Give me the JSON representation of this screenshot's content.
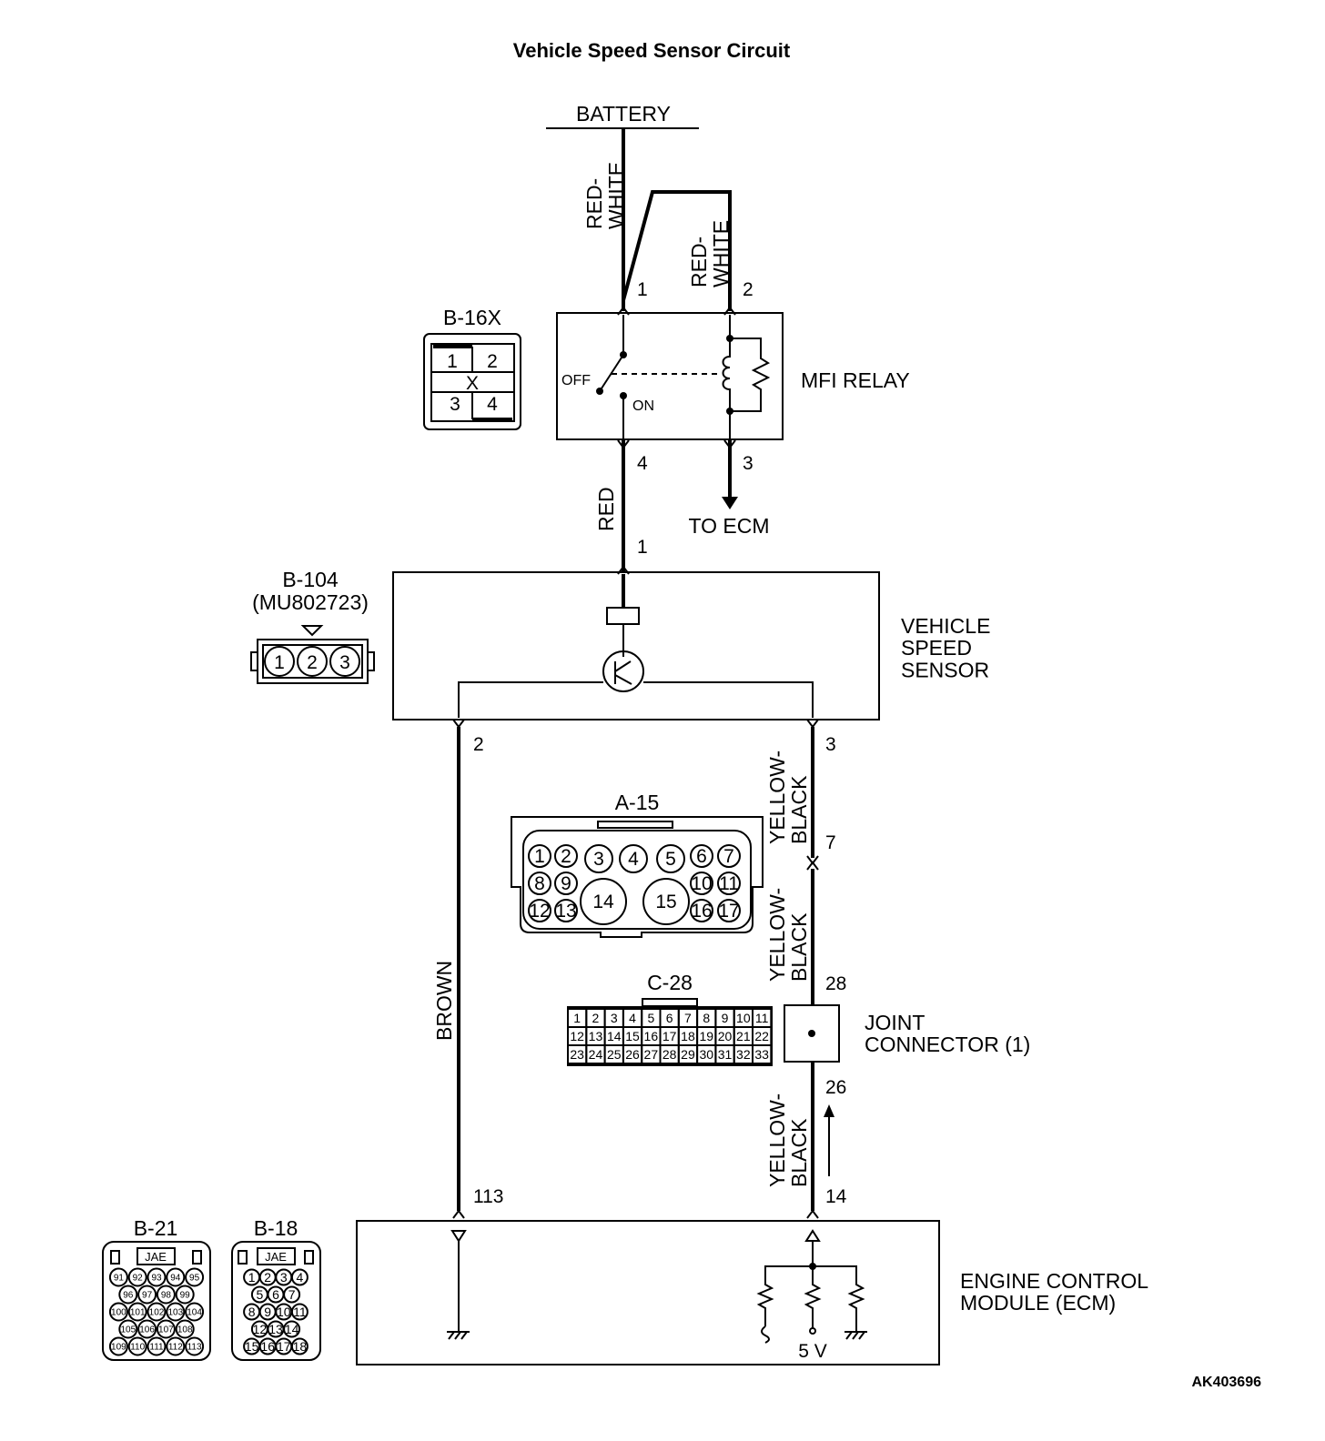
{
  "title": "Vehicle Speed Sensor Circuit",
  "figure_id": "AK403696",
  "battery": {
    "label": "BATTERY"
  },
  "wires": {
    "battery_feed": "RED-\nWHITE",
    "relay_coil_feed": "RED-\nWHITE",
    "relay_to_sensor": "RED",
    "sensor_ground": "BROWN",
    "signal_upper": "YELLOW-\nBLACK",
    "signal_mid": "YELLOW-\nBLACK",
    "signal_lower": "YELLOW-\nBLACK"
  },
  "mfi_relay": {
    "label": "MFI RELAY",
    "switch_off": "OFF",
    "switch_on": "ON",
    "pins": {
      "p1": "1",
      "p2": "2",
      "p3": "3",
      "p4": "4"
    },
    "to_ecm": "TO ECM"
  },
  "vehicle_speed_sensor": {
    "label": "VEHICLE\nSPEED\nSENSOR",
    "pins": {
      "p1": "1",
      "p2": "2",
      "p3": "3"
    }
  },
  "joint_connector": {
    "label": "JOINT\nCONNECTOR (1)",
    "pins": {
      "in": "28",
      "out": "26"
    },
    "intermediate_pin": "7"
  },
  "ecm": {
    "label": "ENGINE CONTROL\nMODULE (ECM)",
    "pins": {
      "ground": "113",
      "signal": "14"
    },
    "supply": "5 V"
  },
  "connectors": {
    "b16x": {
      "name": "B-16X",
      "cells": [
        "1",
        "2",
        "X",
        "3",
        "4"
      ]
    },
    "b104": {
      "name": "B-104",
      "part": "(MU802723)",
      "cells": [
        "1",
        "2",
        "3"
      ]
    },
    "a15": {
      "name": "A-15",
      "cells": [
        "1",
        "2",
        "3",
        "4",
        "5",
        "6",
        "7",
        "8",
        "9",
        "10",
        "11",
        "12",
        "13",
        "14",
        "15",
        "16",
        "17"
      ]
    },
    "c28": {
      "name": "C-28",
      "rows": [
        [
          "1",
          "2",
          "3",
          "4",
          "5",
          "6",
          "7",
          "8",
          "9",
          "10",
          "11"
        ],
        [
          "12",
          "13",
          "14",
          "15",
          "16",
          "17",
          "18",
          "19",
          "20",
          "21",
          "22"
        ],
        [
          "23",
          "24",
          "25",
          "26",
          "27",
          "28",
          "29",
          "30",
          "31",
          "32",
          "33"
        ]
      ]
    },
    "b21": {
      "name": "B-21",
      "maker": "JAE",
      "rows": [
        [
          "91",
          "92",
          "93",
          "94",
          "95"
        ],
        [
          "96",
          "97",
          "98",
          "99"
        ],
        [
          "100",
          "101",
          "102",
          "103",
          "104"
        ],
        [
          "105",
          "106",
          "107",
          "108"
        ],
        [
          "109",
          "110",
          "111",
          "112",
          "113"
        ]
      ]
    },
    "b18": {
      "name": "B-18",
      "maker": "JAE",
      "rows": [
        [
          "1",
          "2",
          "3",
          "4"
        ],
        [
          "5",
          "6",
          "7"
        ],
        [
          "8",
          "9",
          "10",
          "11"
        ],
        [
          "12",
          "13",
          "14"
        ],
        [
          "15",
          "16",
          "17",
          "18"
        ]
      ]
    }
  }
}
